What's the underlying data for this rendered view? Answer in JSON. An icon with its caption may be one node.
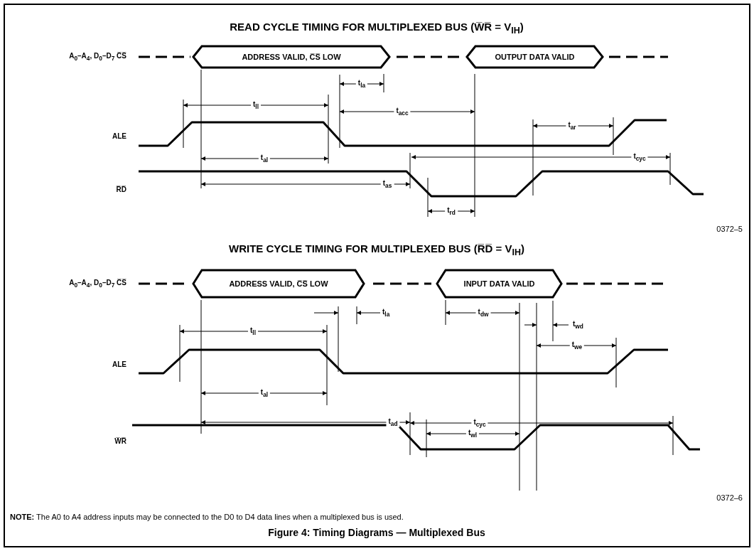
{
  "diagram": {
    "caption": "Figure 4: Timing Diagrams — Multiplexed Bus",
    "nodes": [
      {
        "text": [
          "ADDRESS VALID, C̅S̅ LOW"
        ]
      },
      {
        "text": [
          "OUTPUT DATA VALID"
        ]
      },
      {
        "text": [
          "ADDRESS VALID, C̅S̅ LOW"
        ]
      },
      {
        "text": [
          "INPUT DATA VALID"
        ]
      }
    ],
    "edges": [],
    "labels": [
      "READ CYCLE TIMING FOR MULTIPLEXED BUS (W̅R̅ = V$_{IH}$)",
      "A$_{0}$–A$_{4}$, D$_{0}$–D$_{7}$  C̅S̅",
      "t$_{la}$",
      "t$_{ll}$",
      "t$_{acc}$",
      "ALE",
      "t$_{ar}$",
      "t$_{al}$",
      "t$_{cyc}$",
      "R̅D̅",
      "t$_{as}$",
      "t$_{rd}$",
      "0372–5",
      "WRITE CYCLE TIMING FOR MULTIPLEXED BUS (R̅D̅ = V$_{IH}$)",
      "A$_{0}$–A$_{4}$, D$_{0}$–D$_{7}$  C̅S̅",
      "t$_{la}$",
      "t$_{dw}$",
      "t$_{wd}$",
      "t$_{ll}$",
      "t$_{we}$",
      "ALE",
      "t$_{al}$",
      "t$_{ad}$",
      "t$_{cyc}$",
      "W̅R̅",
      "t$_{wl}$",
      "0372–6",
      "**NOTE:** The A0 to A4 address inputs may be connected to the D0 to D4 data lines when a multiplexed bus is used."
    ]
  }
}
